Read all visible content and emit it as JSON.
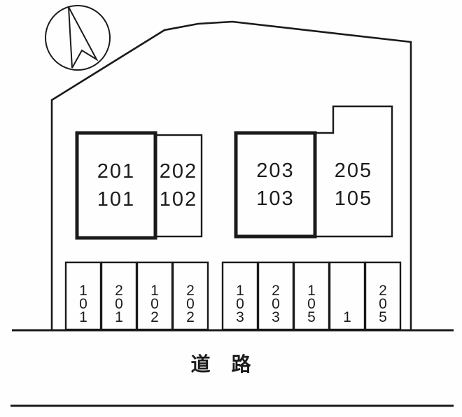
{
  "compass": {
    "icon": "north-arrow"
  },
  "buildings": [
    {
      "upper": "201",
      "lower": "101"
    },
    {
      "upper": "202",
      "lower": "102"
    },
    {
      "upper": "203",
      "lower": "103"
    },
    {
      "upper": "205",
      "lower": "105"
    }
  ],
  "parking": {
    "left": [
      "101",
      "201",
      "102",
      "202"
    ],
    "right": [
      "103",
      "203",
      "105",
      "1",
      "205"
    ]
  },
  "road": {
    "label": "道　路"
  },
  "colors": {
    "line": "#1a1a1a",
    "background": "#fefefe"
  }
}
